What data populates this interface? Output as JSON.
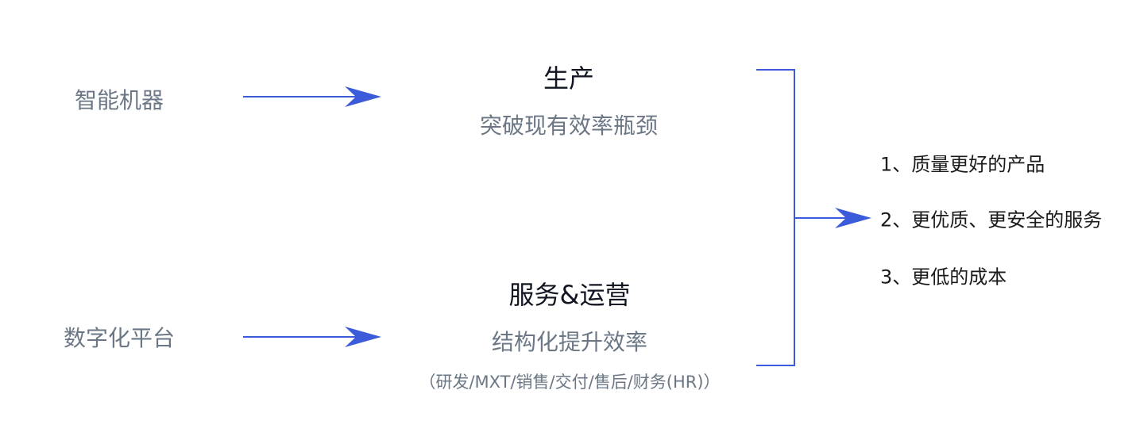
{
  "inputs": [
    "智能机器",
    "数字化平台"
  ],
  "blocks": [
    {
      "title": "生产",
      "subtitle": "突破现有效率瓶颈"
    },
    {
      "title": "服务&运营",
      "subtitle": "结构化提升效率",
      "note": "（研发/MXT/销售/交付/售后/财务(HR)）"
    }
  ],
  "outcomes": [
    "1、质量更好的产品",
    "2、更优质、更安全的服务",
    "3、更低的成本"
  ],
  "colors": {
    "arrow": "#3b5bdb",
    "muted": "#6b7785",
    "dark": "#111522"
  }
}
